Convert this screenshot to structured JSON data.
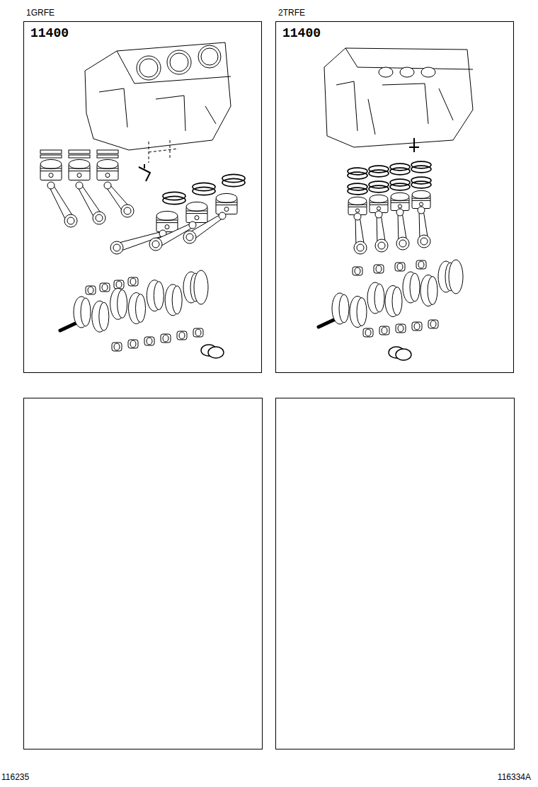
{
  "diagram": {
    "nodes": [
      {
        "text": [
          "1GRFE",
          "11400"
        ]
      },
      {
        "text": [
          "2TRFE",
          "11400"
        ]
      }
    ],
    "labels": [
      "116235",
      "116334A"
    ]
  }
}
